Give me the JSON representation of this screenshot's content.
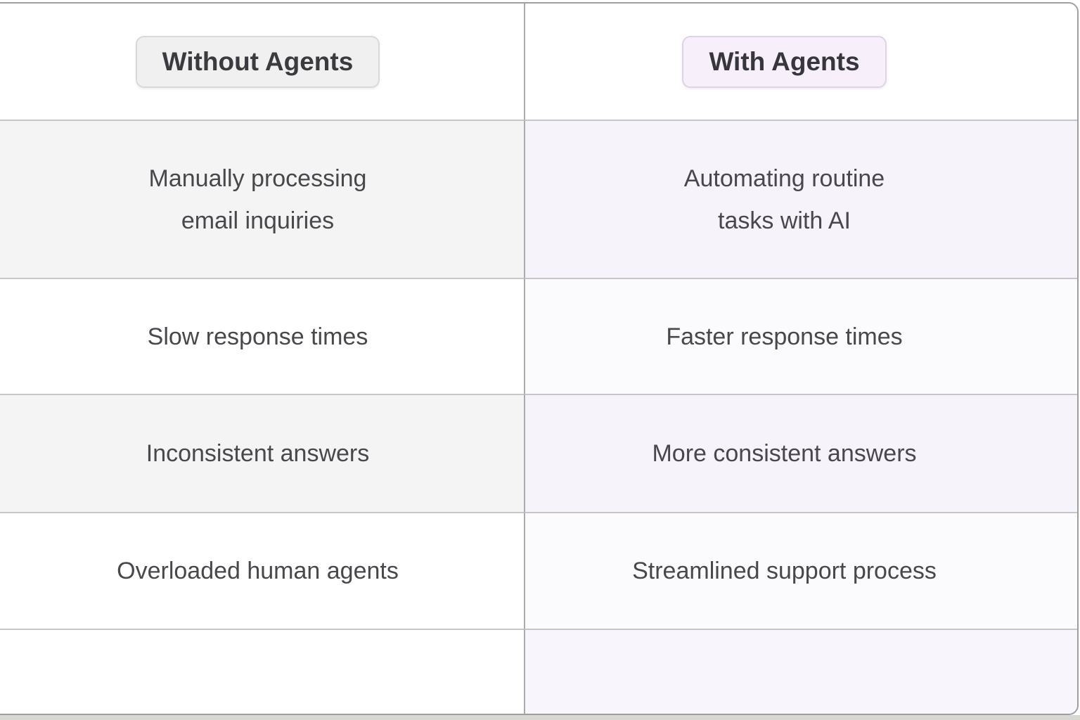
{
  "table": {
    "columns": [
      {
        "label": "Without Agents"
      },
      {
        "label": "With Agents"
      }
    ],
    "rows": [
      {
        "left": "Manually processing\nemail inquiries",
        "right": "Automating routine\ntasks with AI"
      },
      {
        "left": "Slow response times",
        "right": "Faster response times"
      },
      {
        "left": "Inconsistent answers",
        "right": "More consistent answers"
      },
      {
        "left": "Overloaded human agents",
        "right": "Streamlined support process"
      },
      {
        "left": "",
        "right": ""
      }
    ]
  },
  "colors": {
    "without_badge_bg": "#f0f0f0",
    "without_badge_border": "#d9d9d9",
    "with_badge_bg": "#f7f0fb",
    "with_badge_border": "#dfd3ea",
    "left_alt_row_bg": "#f4f4f5",
    "right_row_bg": "#f6f3fa",
    "right_alt_row_bg": "#fbfafd",
    "body_text": "#48484c",
    "grid_line": "#c6c6c8",
    "outer_border": "#9e9e9e"
  }
}
